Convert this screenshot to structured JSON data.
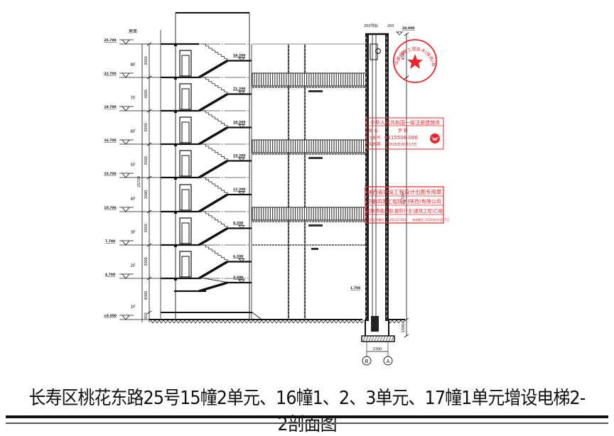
{
  "title": "长寿区桃花东路25号15幢2单元、16幢1、2、3单元、17幢1单元增设电梯2-2剖面图",
  "floors": [
    {
      "label": "1F",
      "elevation": "±0.000"
    },
    {
      "label": "2F",
      "elevation": "4.700"
    },
    {
      "label": "3F",
      "elevation": "7.700"
    },
    {
      "label": "4F",
      "elevation": "10.700"
    },
    {
      "label": "5F",
      "elevation": "13.700"
    },
    {
      "label": "6F",
      "elevation": "16.700"
    },
    {
      "label": "7F",
      "elevation": "19.700"
    },
    {
      "label": "8F",
      "elevation": "22.700"
    },
    {
      "label": "屋面",
      "elevation": "25.700"
    }
  ],
  "floor_heights": [
    "300",
    "4000",
    "3000",
    "3000",
    "3000",
    "3000",
    "3000",
    "3000",
    "3000"
  ],
  "total_height": "25700",
  "landing_elevations": [
    "3.200",
    "6.200",
    "9.200",
    "12.200",
    "15.200",
    "18.200",
    "21.200",
    "24.200"
  ],
  "shaft": {
    "top_elevation": "28.000",
    "top_dim": "4500",
    "shaft_height": "25700",
    "pit_depth": "1500",
    "width": "2300",
    "axis_left": "B",
    "axis_right": "A",
    "wall_labels": [
      "200",
      "导轨",
      "200"
    ],
    "misc_label": "1.700"
  },
  "stamps": {
    "company_seal": "中鹏鸣策工程技术(陕西)有限公司",
    "architect": {
      "header": "中华人民共和国一级注册建筑师",
      "name_label": "姓  名:",
      "name": "尹  毅",
      "reg_label": "注册号:",
      "reg_no": "6115506-006",
      "valid_label": "有效期:",
      "valid": "至2026年06月17日"
    },
    "design": {
      "header": "陕西省建设工程设计出图专用章",
      "company": "中鹏鸣策工程技术(陕西)有限公司",
      "qualification": "资质等级范围:建筑行业(建筑工程)乙级",
      "cert_label": "资质证书编号:",
      "cert_no": "A261115061",
      "valid": "有效期至:2026年04月17日"
    }
  },
  "colors": {
    "line": "#111111",
    "stamp": "#e8262b"
  }
}
